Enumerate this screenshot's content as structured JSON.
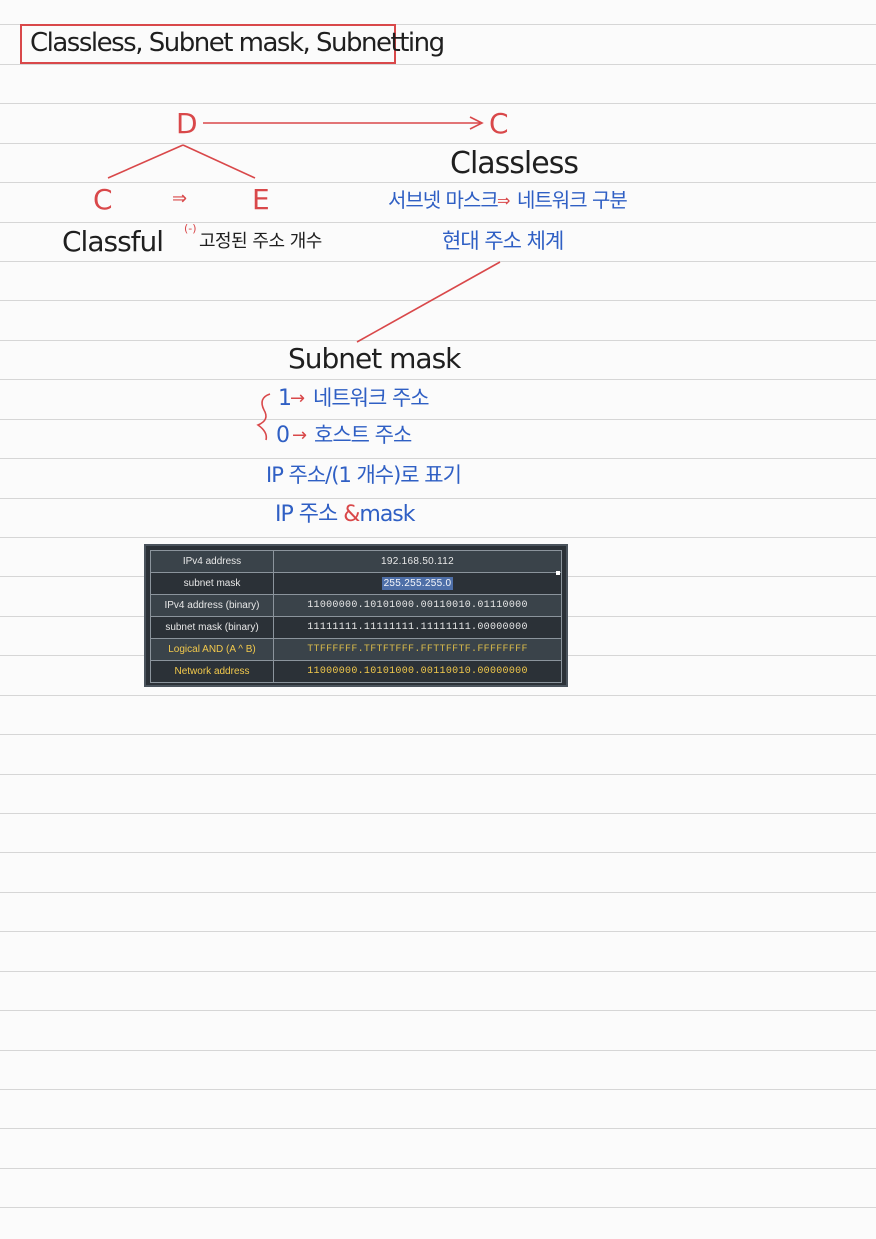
{
  "title": "Classless, Subnet mask, Subnetting",
  "diagram": {
    "class_d": "D",
    "class_c_right": "C",
    "class_c_left": "C",
    "arrow_mid": "⇒",
    "class_e": "E",
    "classful": "Classful",
    "fixed_note_prefix": "(-)",
    "fixed_note": "고정된 주소 개수",
    "classless": "Classless",
    "subnet_mask_prefix": "서브넷 마스크",
    "arrow_network": "⇒",
    "network_distinction": "네트워크 구분",
    "modern_system": "현대 주소 체계"
  },
  "subnet": {
    "heading": "Subnet mask",
    "one": "1",
    "arrow1": "→",
    "network_address": "네트워크 주소",
    "zero": "0",
    "arrow0": "→",
    "host_address": "호스트 주소",
    "notation": "IP 주소/(1 개수)로 표기",
    "and_left": "IP 주소",
    "and_symbol": "&",
    "and_right": "mask"
  },
  "table": {
    "rows": [
      {
        "label": "IPv4 address",
        "value": "192.168.50.112"
      },
      {
        "label": "subnet mask",
        "value": "255.255.255.0"
      },
      {
        "label": "IPv4 address (binary)",
        "value": "11000000.10101000.00110010.01110000"
      },
      {
        "label": "subnet mask (binary)",
        "value": "11111111.11111111.11111111.00000000"
      },
      {
        "label": "Logical AND (A ^ B)",
        "value": "TTFFFFFF.TFTFTFFF.FFTTFFTF.FFFFFFFF"
      },
      {
        "label": "Network address",
        "value": "11000000.10101000.00110010.00000000"
      }
    ]
  },
  "colors": {
    "ink_red": "#d9484a",
    "ink_blue": "#2f5fc4",
    "ink_black": "#1f1f1f",
    "highlight_yellow": "#f2c94c"
  }
}
